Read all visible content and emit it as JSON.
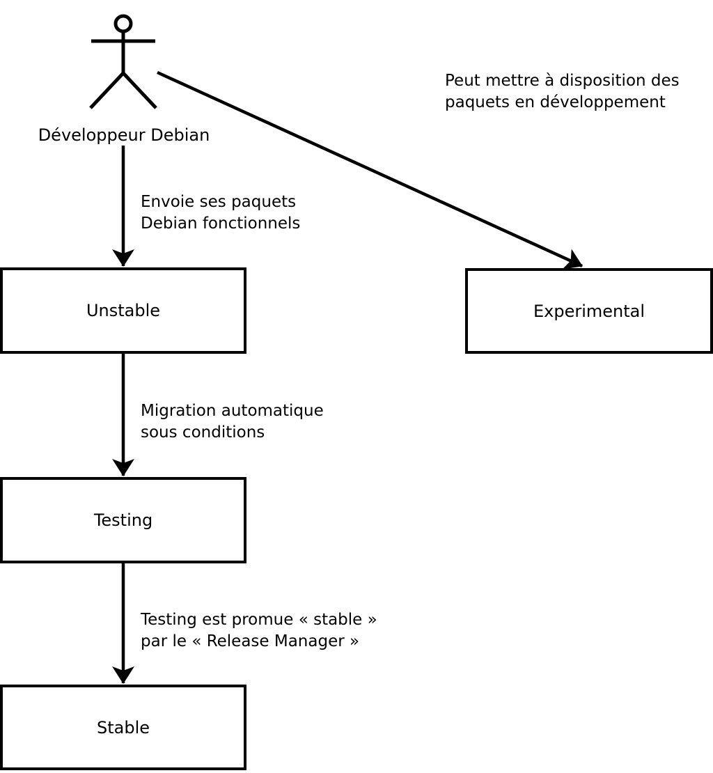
{
  "diagram": {
    "actor": {
      "label": "Développeur Debian",
      "icon": "stick-figure-person"
    },
    "boxes": {
      "unstable": "Unstable",
      "experimental": "Experimental",
      "testing": "Testing",
      "stable": "Stable"
    },
    "edges": {
      "actor_to_experimental": "Peut mettre à disposition des\npaquets en développement",
      "actor_to_unstable": "Envoie ses paquets\nDebian fonctionnels",
      "unstable_to_testing": "Migration automatique\nsous conditions",
      "testing_to_stable": "Testing est promue « stable »\npar le « Release Manager »"
    },
    "colors": {
      "line": "#000000",
      "background": "#ffffff",
      "box_fill": "#ffffff"
    }
  }
}
